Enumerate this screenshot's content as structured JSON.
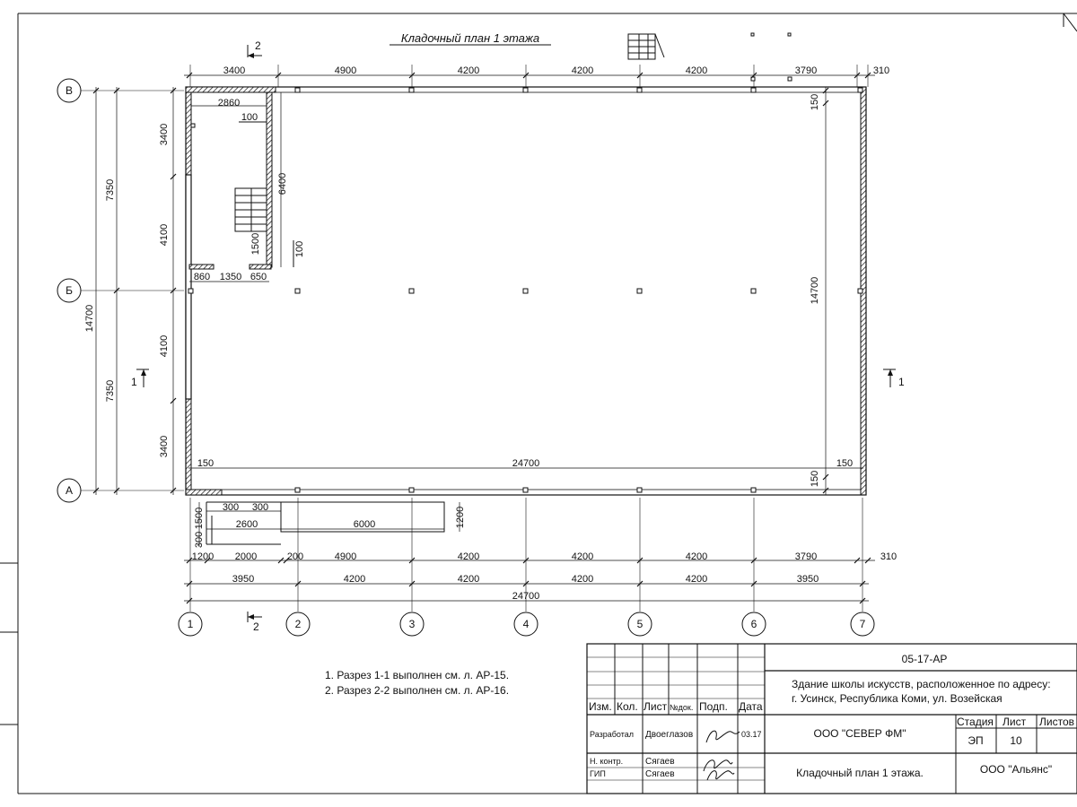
{
  "sheet": {
    "title": "Кладочный план 1 этажа",
    "notes": [
      "1. Разрез 1-1 выполнен см. л. АР-15.",
      "2. Разрез 2-2 выполнен см. л. АР-16."
    ]
  },
  "axes": {
    "columns": [
      "1",
      "2",
      "3",
      "4",
      "5",
      "6",
      "7"
    ],
    "rows": [
      "В",
      "Б",
      "А"
    ]
  },
  "section_marks": {
    "s1": "1",
    "s2": "2"
  },
  "dimensions": {
    "top": [
      "3400",
      "4900",
      "4200",
      "4200",
      "4200",
      "3790",
      "310"
    ],
    "left_inner": [
      "3400",
      "4100",
      "4100",
      "3400"
    ],
    "left_mid": [
      "7350",
      "7350"
    ],
    "left_total": "14700",
    "right_total": "14700",
    "right_top_offset": "150",
    "right_bottom_offset": "150",
    "inner_width": "24700",
    "inner_left_offset": "150",
    "inner_right_offset": "150",
    "bottom_1": [
      "1200",
      "2000",
      "200",
      "4900",
      "4200",
      "4200",
      "4200",
      "3790",
      "310"
    ],
    "bottom_2": [
      "3950",
      "4200",
      "4200",
      "4200",
      "4200",
      "3950"
    ],
    "bottom_total": "24700",
    "stair_room": {
      "width": "2860",
      "wall": "100",
      "height": "6400",
      "stair": "1500",
      "wall2": "100",
      "openings": [
        "860",
        "1350",
        "650"
      ]
    },
    "porch": {
      "offsets": [
        "300",
        "300"
      ],
      "side": [
        "1500",
        "300"
      ],
      "w1": "2600",
      "w2": "6000",
      "depth": "1200"
    }
  },
  "title_block": {
    "code": "05-17-АР",
    "project": "Здание школы искусств, расположенное по адресу:",
    "address": "г. Усинск, Республика Коми, ул. Возейская",
    "headers": [
      "Изм.",
      "Кол.",
      "Лист",
      "№док.",
      "Подп.",
      "Дата"
    ],
    "roles": [
      {
        "role": "Разработал",
        "name": "Двоеглазов",
        "date": "03.17"
      },
      {
        "role": "Н. контр.",
        "name": "Сягаев",
        "date": ""
      },
      {
        "role": "ГИП",
        "name": "Сягаев",
        "date": ""
      }
    ],
    "company": "ООО \"СЕВЕР ФМ\"",
    "stage_header": "Стадия",
    "sheet_header": "Лист",
    "sheets_header": "Листов",
    "stage": "ЭП",
    "sheet_no": "10",
    "sheet_name": "Кладочный план 1 этажа.",
    "company2": "ООО \"Альянс\""
  }
}
